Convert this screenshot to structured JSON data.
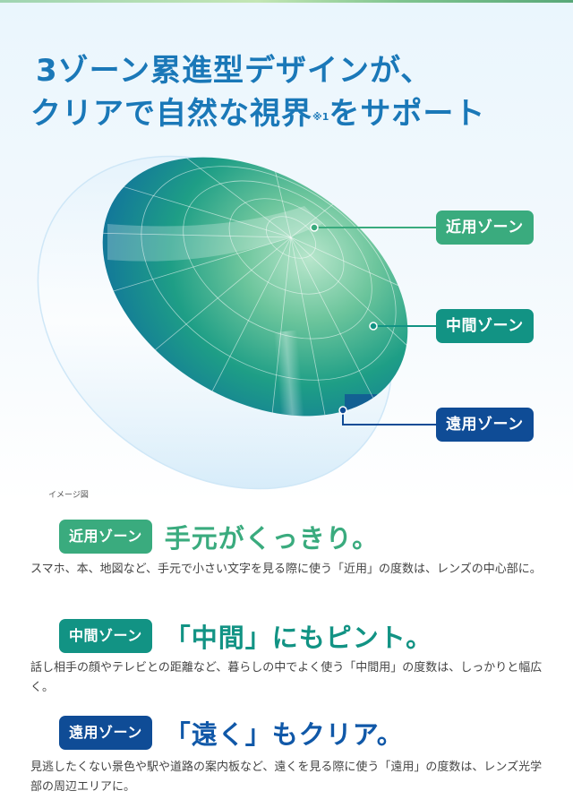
{
  "colors": {
    "headline": "#1a78b8",
    "near": "#3aab7e",
    "mid": "#129384",
    "far": "#0f4c96",
    "body_text": "#444444"
  },
  "headline": {
    "line1": "3ゾーン累進型デザインが、",
    "line2_main": "クリアで自然な視界",
    "line2_note": "※1",
    "line2_tail": "をサポート"
  },
  "diagram": {
    "badges": [
      {
        "label": "近用ゾーン"
      },
      {
        "label": "中間ゾーン"
      },
      {
        "label": "遠用ゾーン"
      }
    ],
    "caption": "イメージ図"
  },
  "features": [
    {
      "tag": "近用ゾーン",
      "title": "手元がくっきり。",
      "desc": "スマホ、本、地図など、手元で小さい文字を見る際に使う「近用」の度数は、レンズの中心部に。"
    },
    {
      "tag": "中間ゾーン",
      "title": "「中間」にもピント。",
      "desc": "話し相手の顔やテレビとの距離など、暮らしの中でよく使う「中間用」の度数は、しっかりと幅広く。"
    },
    {
      "tag": "遠用ゾーン",
      "title": "「遠く」もクリア。",
      "desc": "見逃したくない景色や駅や道路の案内板など、遠くを見る際に使う「遠用」の度数は、レンズ光学部の周辺エリアに。"
    }
  ]
}
